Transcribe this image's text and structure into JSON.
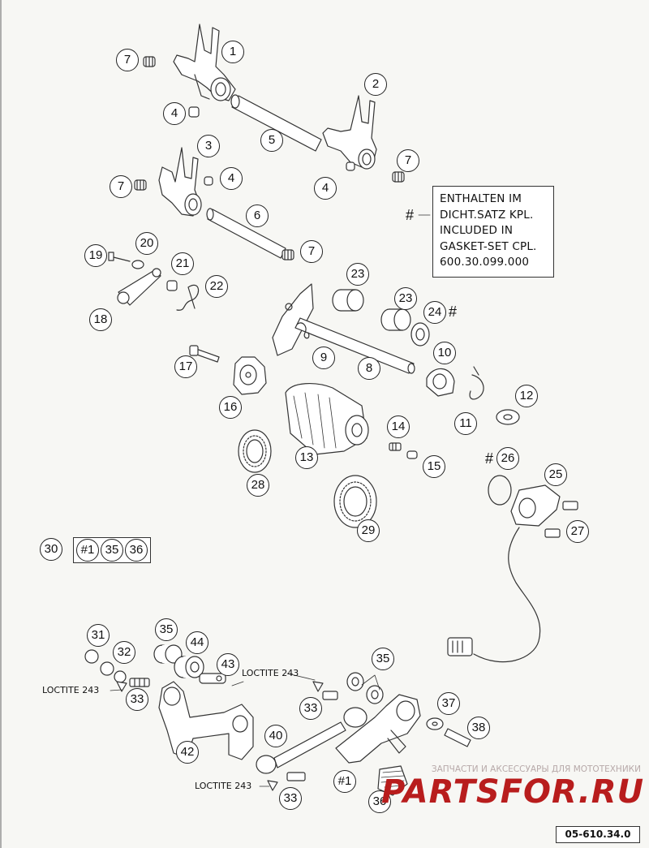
{
  "callouts": [
    {
      "id": "c1",
      "label": "1"
    },
    {
      "id": "c2",
      "label": "2"
    },
    {
      "id": "c3",
      "label": "3"
    },
    {
      "id": "c4a",
      "label": "4"
    },
    {
      "id": "c4b",
      "label": "4"
    },
    {
      "id": "c4c",
      "label": "4"
    },
    {
      "id": "c5",
      "label": "5"
    },
    {
      "id": "c6",
      "label": "6"
    },
    {
      "id": "c7a",
      "label": "7"
    },
    {
      "id": "c7b",
      "label": "7"
    },
    {
      "id": "c7c",
      "label": "7"
    },
    {
      "id": "c7d",
      "label": "7"
    },
    {
      "id": "c8",
      "label": "8"
    },
    {
      "id": "c9",
      "label": "9"
    },
    {
      "id": "c10",
      "label": "10"
    },
    {
      "id": "c11",
      "label": "11"
    },
    {
      "id": "c12",
      "label": "12"
    },
    {
      "id": "c13",
      "label": "13"
    },
    {
      "id": "c14",
      "label": "14"
    },
    {
      "id": "c15",
      "label": "15"
    },
    {
      "id": "c16",
      "label": "16"
    },
    {
      "id": "c17",
      "label": "17"
    },
    {
      "id": "c18",
      "label": "18"
    },
    {
      "id": "c19",
      "label": "19"
    },
    {
      "id": "c20",
      "label": "20"
    },
    {
      "id": "c21",
      "label": "21"
    },
    {
      "id": "c22",
      "label": "22"
    },
    {
      "id": "c23a",
      "label": "23"
    },
    {
      "id": "c23b",
      "label": "23"
    },
    {
      "id": "c24",
      "label": "24"
    },
    {
      "id": "c25",
      "label": "25"
    },
    {
      "id": "c26",
      "label": "26"
    },
    {
      "id": "c27",
      "label": "27"
    },
    {
      "id": "c28",
      "label": "28"
    },
    {
      "id": "c29",
      "label": "29"
    },
    {
      "id": "c30",
      "label": "30"
    },
    {
      "id": "c31",
      "label": "31"
    },
    {
      "id": "c32",
      "label": "32"
    },
    {
      "id": "c33a",
      "label": "33"
    },
    {
      "id": "c33b",
      "label": "33"
    },
    {
      "id": "c33c",
      "label": "33"
    },
    {
      "id": "c35a",
      "label": "35"
    },
    {
      "id": "c35b",
      "label": "35"
    },
    {
      "id": "c36",
      "label": "36"
    },
    {
      "id": "c37",
      "label": "37"
    },
    {
      "id": "c38",
      "label": "38"
    },
    {
      "id": "c40",
      "label": "40"
    },
    {
      "id": "c41",
      "label": "#1"
    },
    {
      "id": "c42",
      "label": "42"
    },
    {
      "id": "c43",
      "label": "43"
    },
    {
      "id": "c44",
      "label": "44"
    }
  ],
  "kit_items": [
    "#1",
    "35",
    "36"
  ],
  "hash_symbol": "#",
  "note_lines": [
    "ENTHALTEN IM",
    "DICHT.SATZ KPL.",
    "INCLUDED IN",
    "GASKET-SET CPL.",
    "600.30.099.000"
  ],
  "loctite": [
    "LOCTITE 243",
    "LOCTITE 243",
    "LOCTITE 243"
  ],
  "part_number": "05-610.34.0",
  "watermark": {
    "tagline": "ЗАПЧАСТИ И АКСЕССУАРЫ ДЛЯ МОТОТЕХНИКИ",
    "brand": "PARTSFOR.RU",
    "color": "#b81d1d"
  }
}
